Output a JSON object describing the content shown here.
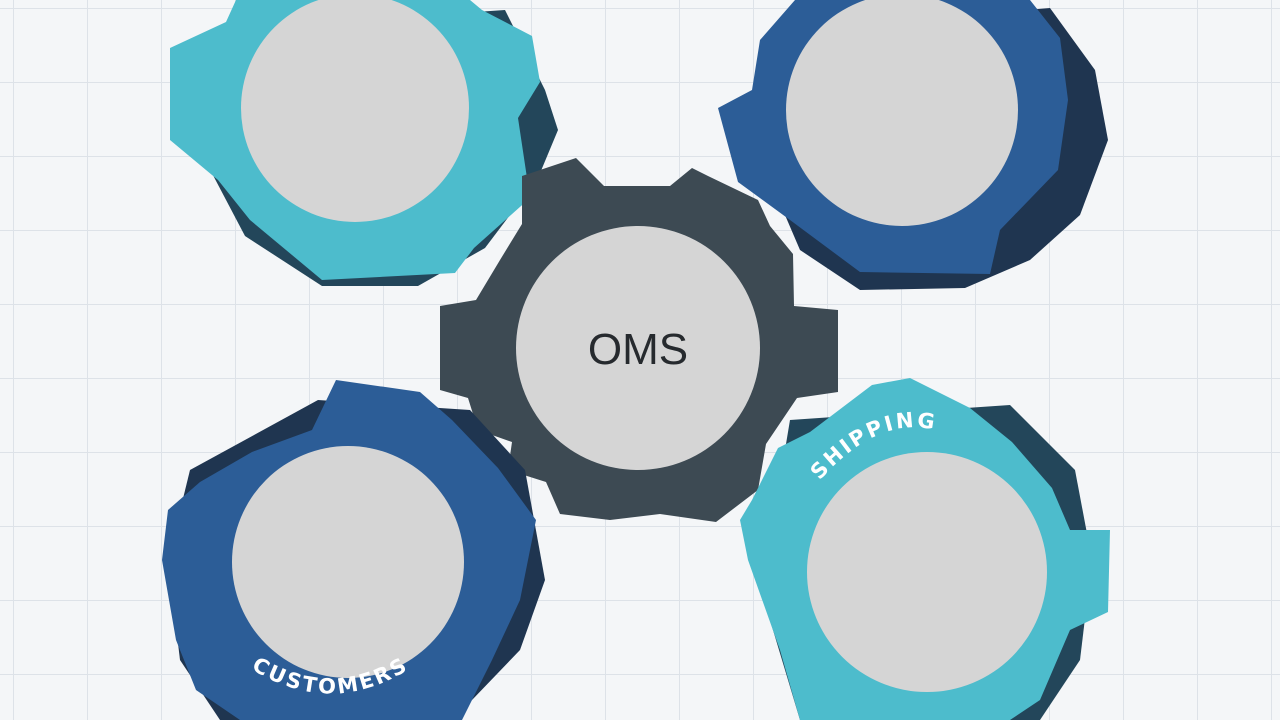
{
  "center": {
    "label": "OMS",
    "color": "#3d4a53"
  },
  "gears": [
    {
      "id": "top-left",
      "label": "",
      "face_color": "#4dbccc",
      "shade_color": "#23465a"
    },
    {
      "id": "top-right",
      "label": "",
      "face_color": "#2c5d97",
      "shade_color": "#1f3550"
    },
    {
      "id": "bottom-left",
      "label": "CUSTOMERS",
      "face_color": "#2c5d97",
      "shade_color": "#1f3550"
    },
    {
      "id": "bottom-right",
      "label": "SHIPPING",
      "face_color": "#4dbccc",
      "shade_color": "#23465a"
    }
  ],
  "colors": {
    "disc": "#d5d5d5",
    "background": "#f4f6f8",
    "grid": "#dde2e8"
  }
}
